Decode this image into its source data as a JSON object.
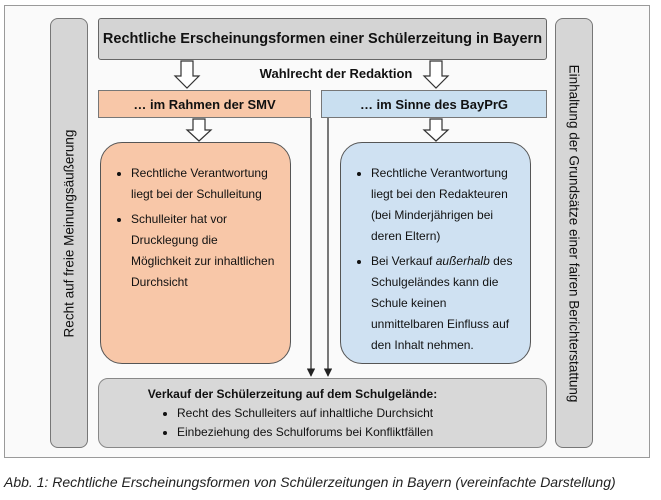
{
  "diagram": {
    "title": "Rechtliche Erscheinungsformen einer Schülerzeitung in Bayern",
    "subtitle": "Wahlrecht der Redaktion",
    "left_side": "Recht auf freie Meinungsäußerung",
    "right_side": "Einhaltung der Grundsätze einer fairen Berichterstattung",
    "smv": {
      "header": "… im Rahmen der SMV",
      "bullets": [
        "Rechtliche Verantwortung liegt bei der Schulleitung",
        "Schulleiter hat vor Drucklegung die Möglichkeit zur inhaltlichen Durchsicht"
      ],
      "fill": "#f8c7a8"
    },
    "bayprg": {
      "header": "… im Sinne des BayPrG",
      "bullet1": "Rechtliche Verantwortung liegt bei den Redakteuren (bei Minderjährigen bei deren Eltern)",
      "bullet2_before": "Bei Verkauf ",
      "bullet2_em": "außerhalb",
      "bullet2_after": " des Schulgeländes kann die Schule keinen unmittelbaren Einfluss auf den Inhalt nehmen.",
      "fill": "#cfe1f2"
    },
    "bottom": {
      "title": "Verkauf der Schülerzeitung auf dem Schulgelände:",
      "bullets": [
        "Recht des Schulleiters auf inhaltliche Durchsicht",
        "Einbeziehung des Schulforums bei Konfliktfällen"
      ]
    }
  },
  "caption": "Abb. 1: Rechtliche Erscheinungsformen von Schülerzeitungen in Bayern (vereinfachte Darstellung)"
}
